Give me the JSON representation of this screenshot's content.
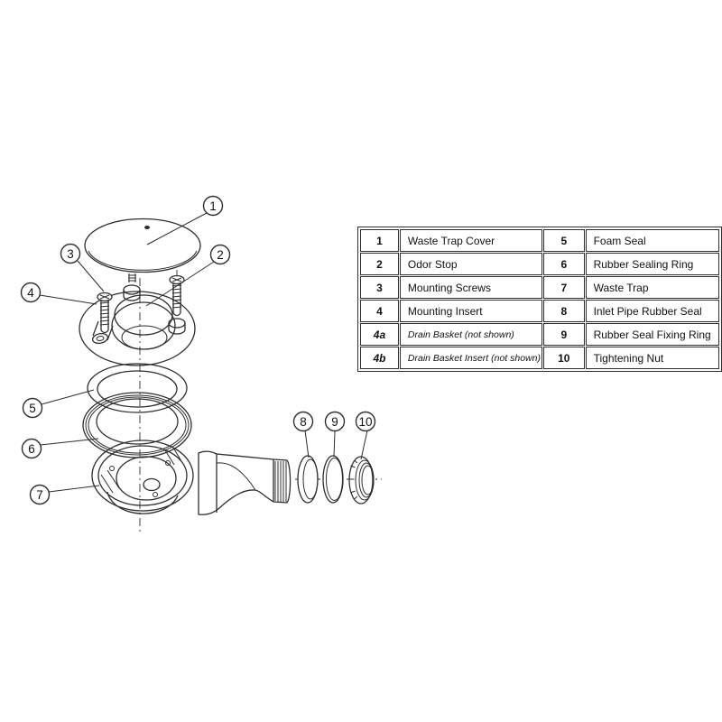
{
  "colors": {
    "background": "#ffffff",
    "line": "#2e2e2e",
    "text": "#111111"
  },
  "diagram": {
    "callouts": {
      "c1": "1",
      "c2": "2",
      "c3": "3",
      "c4": "4",
      "c5": "5",
      "c6": "6",
      "c7": "7",
      "c8": "8",
      "c9": "9",
      "c10": "10"
    }
  },
  "table": {
    "rows": [
      {
        "ln": "1",
        "lt": "Waste Trap Cover",
        "rn": "5",
        "rt": "Foam Seal"
      },
      {
        "ln": "2",
        "lt": "Odor Stop",
        "rn": "6",
        "rt": "Rubber Sealing Ring"
      },
      {
        "ln": "3",
        "lt": "Mounting Screws",
        "rn": "7",
        "rt": "Waste Trap"
      },
      {
        "ln": "4",
        "lt": "Mounting Insert",
        "rn": "8",
        "rt": "Inlet Pipe Rubber Seal"
      },
      {
        "ln": "4a",
        "lt": "Drain Basket (not shown)",
        "rn": "9",
        "rt": "Rubber Seal Fixing Ring"
      },
      {
        "ln": "4b",
        "lt": "Drain Basket Insert (not shown)",
        "rn": "10",
        "rt": "Tightening Nut"
      }
    ]
  }
}
